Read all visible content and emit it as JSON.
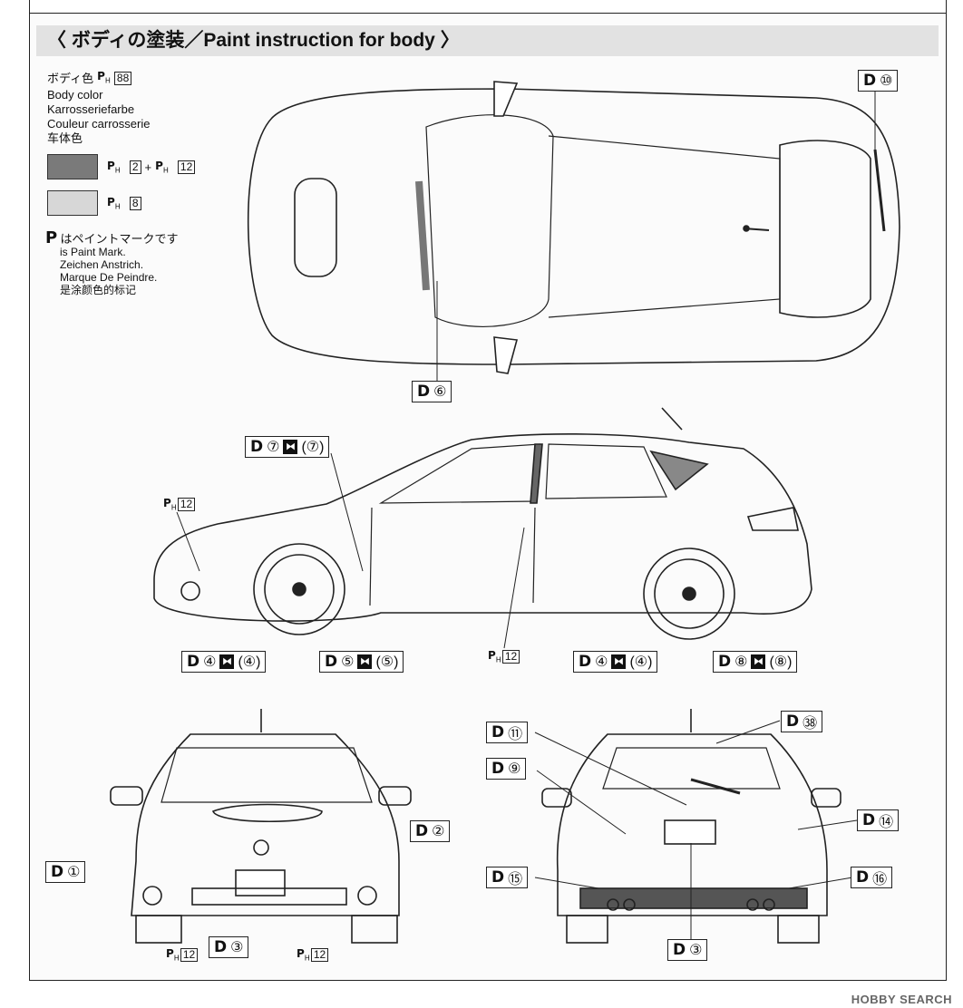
{
  "header": {
    "title": "〈 ボディの塗装／Paint instruction for body 〉"
  },
  "legend": {
    "body_color_jp": "ボディ色",
    "body_color_code": "88",
    "lines": [
      "Body color",
      "Karrosseriefarbe",
      "Couleur carrosserie",
      "车体色"
    ],
    "swatches": [
      {
        "color": "#7a7a7a",
        "code_a": "2",
        "plus": "+",
        "code_b": "12"
      },
      {
        "color": "#d7d7d7",
        "code_a": "8"
      }
    ],
    "paint_mark_jp": "はペイントマークです",
    "paint_mark_lines": [
      "is Paint Mark.",
      "Zeichen Anstrich.",
      "Marque De Peindre.",
      "是涂颜色的标记"
    ]
  },
  "marks": {
    "p": "P",
    "h": "H",
    "d": "D"
  },
  "tags": {
    "t10": {
      "num": "⑩"
    },
    "t6": {
      "num": "⑥"
    },
    "t7": {
      "num": "⑦",
      "alt": "(⑦)"
    },
    "t4a": {
      "num": "④",
      "alt": "(④)"
    },
    "t5": {
      "num": "⑤",
      "alt": "(⑤)"
    },
    "t4b": {
      "num": "④",
      "alt": "(④)"
    },
    "t8": {
      "num": "⑧",
      "alt": "(⑧)"
    },
    "t11": {
      "num": "⑪"
    },
    "t38": {
      "num": "㊳"
    },
    "t9": {
      "num": "⑨"
    },
    "t14": {
      "num": "⑭"
    },
    "t2": {
      "num": "②"
    },
    "t1": {
      "num": "①"
    },
    "t15": {
      "num": "⑮"
    },
    "t16": {
      "num": "⑯"
    },
    "t3a": {
      "num": "③"
    },
    "t3b": {
      "num": "③"
    }
  },
  "paint_labels": {
    "p12": "12"
  },
  "watermark": "HOBBY SEARCH"
}
